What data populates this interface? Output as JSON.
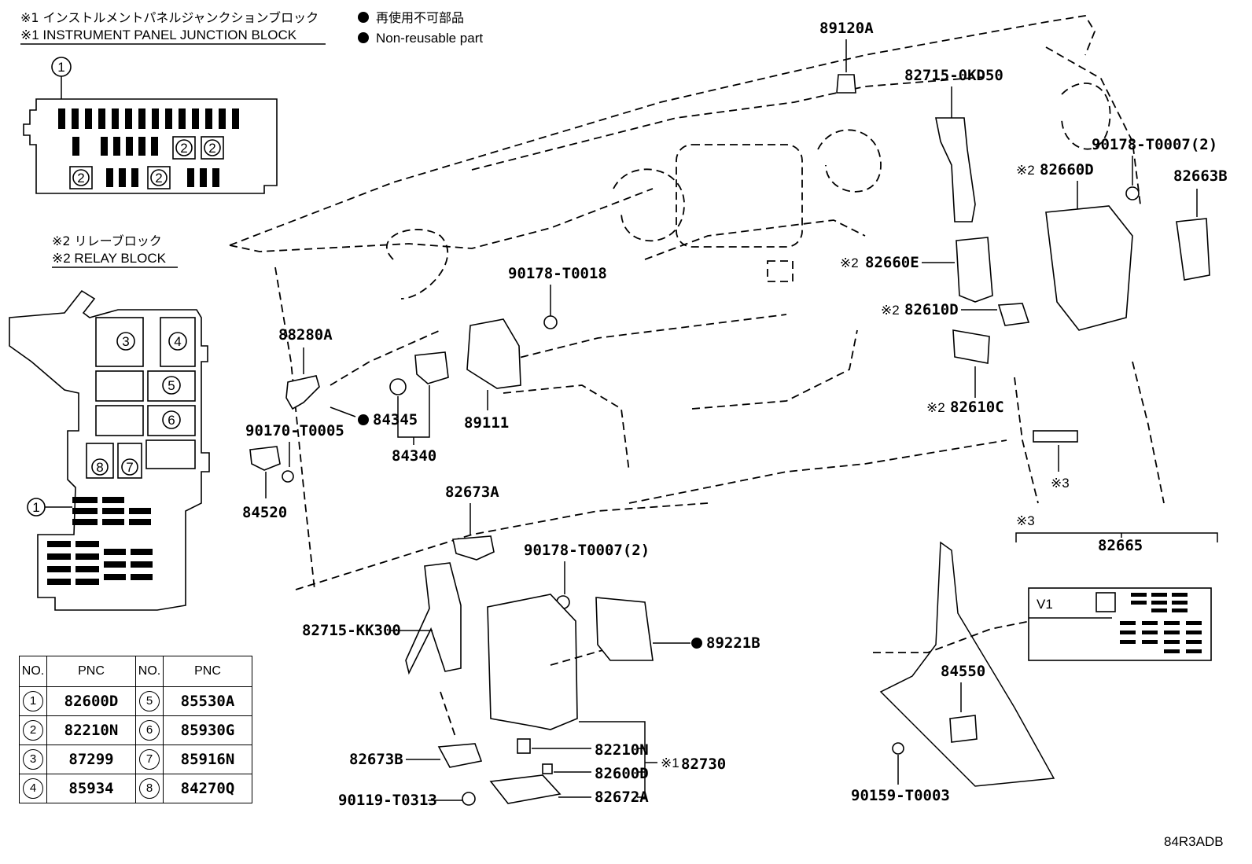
{
  "header": {
    "note1_jp": "※1 インストルメントパネルジャンクションブロック",
    "note1_en": "※1 INSTRUMENT PANEL JUNCTION BLOCK",
    "nonreusable_jp": "再使用不可部品",
    "nonreusable_en": "Non-reusable part",
    "note2_jp": "※2 リレーブロック",
    "note2_en": "※2 RELAY BLOCK"
  },
  "callouts": {
    "p89120A": "89120A",
    "p82715_0KD50": "82715-0KD50",
    "p90178_T0007_top": "90178-T0007(2)",
    "p82660D": "82660D",
    "p82663B": "82663B",
    "p82660E": "82660E",
    "p82610D": "82610D",
    "p82610C": "82610C",
    "p90178_T0018": "90178-T0018",
    "p88280A": "88280A",
    "p84345": "84345",
    "p89111": "89111",
    "p90170_T0005": "90170-T0005",
    "p84340": "84340",
    "p84520": "84520",
    "p82673A": "82673A",
    "p90178_T0007_low": "90178-T0007(2)",
    "p82715_KK300": "82715-KK300",
    "p89221B": "89221B",
    "p84550": "84550",
    "p82673B": "82673B",
    "p82210N": "82210N",
    "p82600D": "82600D",
    "p82730": "82730",
    "p82672A": "82672A",
    "p90119_T0313": "90119-T0313",
    "p90159_T0003": "90159-T0003",
    "p82665": "82665",
    "mark1": "※1",
    "mark2": "※2",
    "mark3": "※3",
    "label_v1": "V1"
  },
  "relay_numbers": [
    "1",
    "2",
    "3",
    "4",
    "5",
    "6",
    "7",
    "8"
  ],
  "table": {
    "headers": [
      "NO.",
      "PNC",
      "NO.",
      "PNC"
    ],
    "rows": [
      {
        "no_a": "1",
        "pnc_a": "82600D",
        "no_b": "5",
        "pnc_b": "85530A"
      },
      {
        "no_a": "2",
        "pnc_a": "82210N",
        "no_b": "6",
        "pnc_b": "85930G"
      },
      {
        "no_a": "3",
        "pnc_a": "87299",
        "no_b": "7",
        "pnc_b": "85916N"
      },
      {
        "no_a": "4",
        "pnc_a": "85934",
        "no_b": "8",
        "pnc_b": "84270Q"
      }
    ]
  },
  "figure_code": "84R3ADB"
}
